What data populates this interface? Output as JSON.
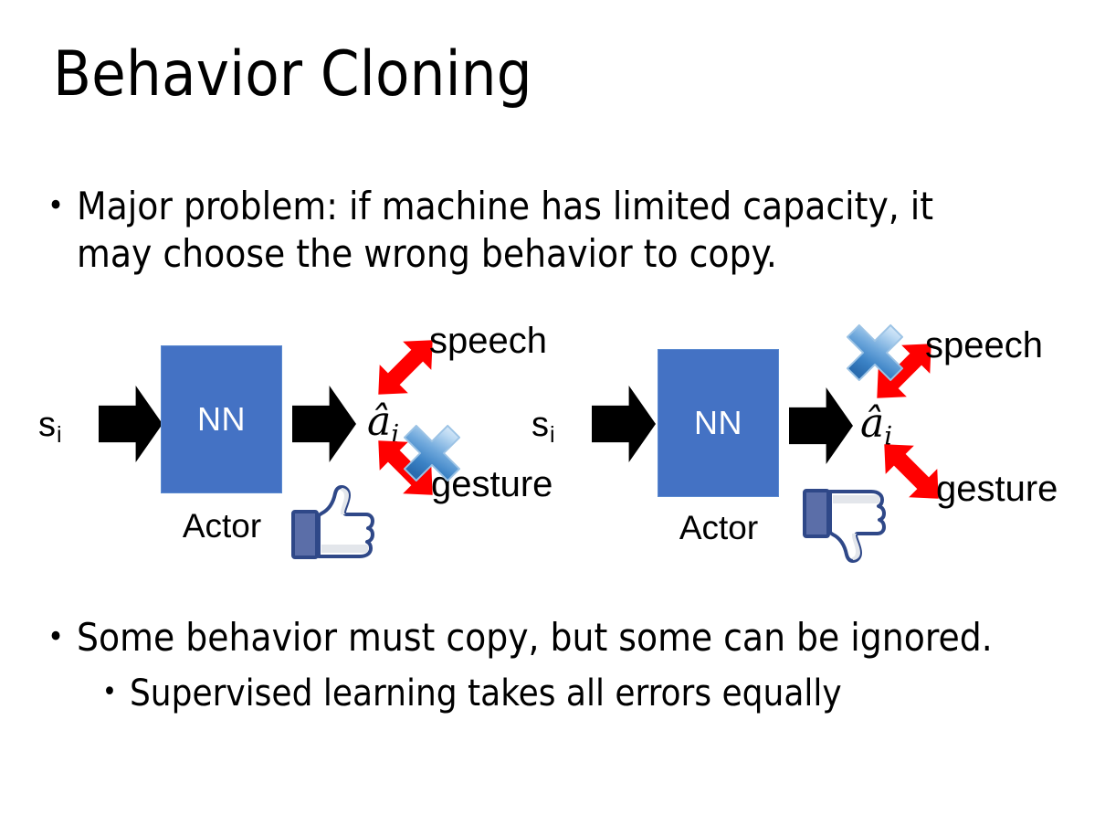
{
  "slide": {
    "title": "Behavior Cloning",
    "background_color": "#FFFFFF",
    "text_color": "#000000"
  },
  "bullets": [
    {
      "marker": "•",
      "level": 1,
      "text": "Major problem: if machine has limited capacity, it\nmay choose the wrong behavior to copy."
    },
    {
      "marker": "•",
      "level": 1,
      "text": "Some behavior must copy, but some can be ignored."
    },
    {
      "marker": "•",
      "level": 2,
      "text": "Supervised learning takes all errors equally"
    }
  ],
  "colors": {
    "nn_box_fill": "#4472C4",
    "nn_box_border": "#5B8AD0",
    "nn_box_text": "#FFFFFF",
    "arrow_black": "#000000",
    "arrow_red": "#FF0000",
    "cross_blue_light": "#CFE3F7",
    "cross_blue_mid": "#5B9BD5",
    "cross_blue_dark": "#2E75B6",
    "thumb_outline": "#3B5998",
    "thumb_fill": "#FFFFFF",
    "thumb_cuff": "#5B6EA8"
  },
  "diagrams": [
    {
      "id": "left",
      "state_label": "s",
      "state_subscript": "i",
      "model_label": "NN",
      "model_caption": "Actor",
      "output_label": "â",
      "output_subscript": "i",
      "branches": [
        {
          "name": "speech",
          "label": "speech",
          "direction": "up-right",
          "crossed_out": false
        },
        {
          "name": "gesture",
          "label": "gesture",
          "direction": "down-right",
          "crossed_out": true
        }
      ],
      "feedback_icon": "thumbs-up-icon",
      "feedback_sentiment": "positive"
    },
    {
      "id": "right",
      "state_label": "s",
      "state_subscript": "i",
      "model_label": "NN",
      "model_caption": "Actor",
      "output_label": "â",
      "output_subscript": "i",
      "branches": [
        {
          "name": "speech",
          "label": "speech",
          "direction": "up-right",
          "crossed_out": true
        },
        {
          "name": "gesture",
          "label": "gesture",
          "direction": "down-right",
          "crossed_out": false
        }
      ],
      "feedback_icon": "thumbs-down-icon",
      "feedback_sentiment": "negative"
    }
  ]
}
